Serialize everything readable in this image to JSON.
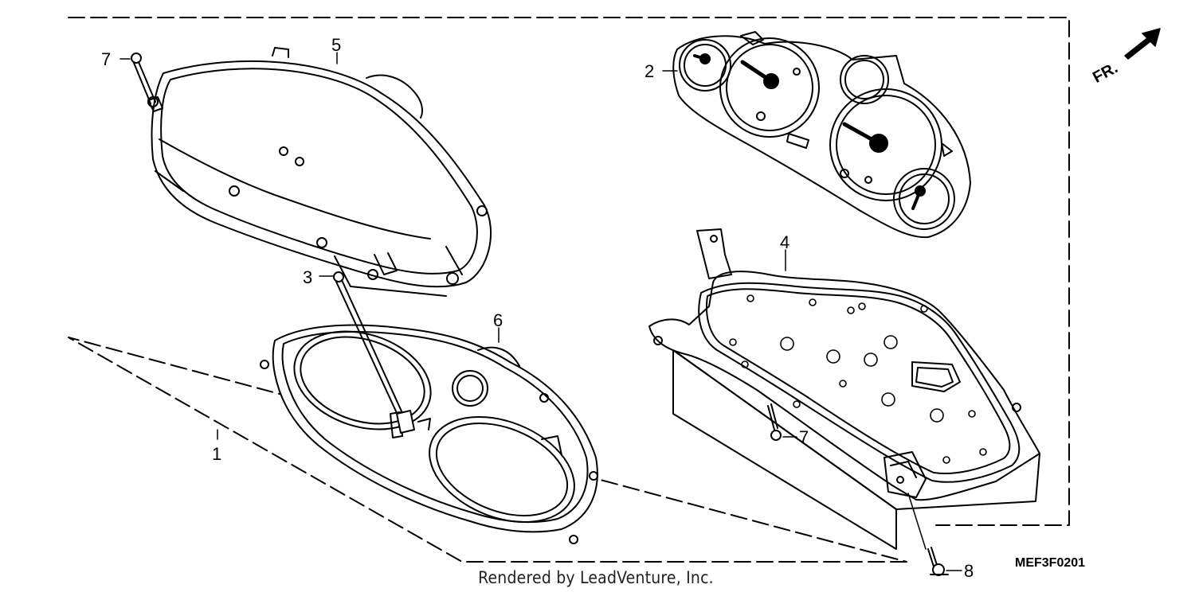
{
  "diagram": {
    "code": "MEF3F0201",
    "credit": "Rendered by LeadVenture, Inc.",
    "front_marker": "FR.",
    "callouts": [
      "1",
      "2",
      "3",
      "4",
      "5",
      "6",
      "7",
      "7",
      "8"
    ]
  }
}
